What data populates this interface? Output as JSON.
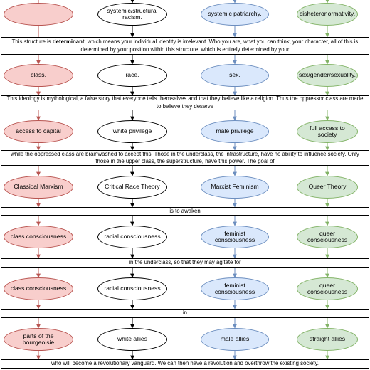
{
  "colors": {
    "red": {
      "fill": "#f8cecc",
      "stroke": "#b85450"
    },
    "white": {
      "fill": "#ffffff",
      "stroke": "#000000"
    },
    "blue": {
      "fill": "#dae8fc",
      "stroke": "#6c8ebf"
    },
    "green": {
      "fill": "#d5e8d4",
      "stroke": "#82b366"
    }
  },
  "columns": [
    "red",
    "white",
    "blue",
    "green"
  ],
  "rows": [
    {
      "type": "nodes",
      "labels": [
        "",
        "systemic/structural racism.",
        "systemic patriarchy.",
        "cisheteronormativity."
      ]
    },
    {
      "type": "text",
      "before": "This structure is ",
      "bold": "determinant",
      "after": ", which means your individual identity is irrelevant. Who you are, what you can think, your character, all of this is determined by your position within this structure, which is entirely determined by your"
    },
    {
      "type": "nodes",
      "labels": [
        "class.",
        "race.",
        "sex.",
        "sex/gender/sexuality."
      ]
    },
    {
      "type": "text",
      "text": "This ideology is mythological, a false story that everyone tells themselves and that they believe like a religion. Thus the oppressor class are made to believe they deserve"
    },
    {
      "type": "nodes",
      "labels": [
        "access to capital",
        "white privilege",
        "male privilege",
        "full access to society"
      ]
    },
    {
      "type": "text",
      "text": "while the oppressed class are brainwashed to accept this. Those in the underclass, the infrastructure, have no ability to influence society. Only those in the upper class, the superstructure, have this power. The goal of"
    },
    {
      "type": "nodes",
      "labels": [
        "Classical Marxism",
        "Critical Race Theory",
        "Marxist Feminism",
        "Queer Theory"
      ]
    },
    {
      "type": "text",
      "text": "is to awaken"
    },
    {
      "type": "nodes",
      "labels": [
        "class consciousness",
        "racial consciousness",
        "feminist consciousness",
        "queer consciousness"
      ]
    },
    {
      "type": "text",
      "text": "in the underclass, so that they may agitate for"
    },
    {
      "type": "nodes",
      "labels": [
        "class consciousness",
        "racial consciousness",
        "feminist consciousness",
        "queer consciousness"
      ]
    },
    {
      "type": "text",
      "text": "in"
    },
    {
      "type": "nodes",
      "labels": [
        "parts of the bourgeoisie",
        "white allies",
        "male allies",
        "straight allies"
      ]
    },
    {
      "type": "text",
      "text": "who will become a revolutionary vanguard. We can then have a revolution and overthrow the existing society."
    }
  ]
}
